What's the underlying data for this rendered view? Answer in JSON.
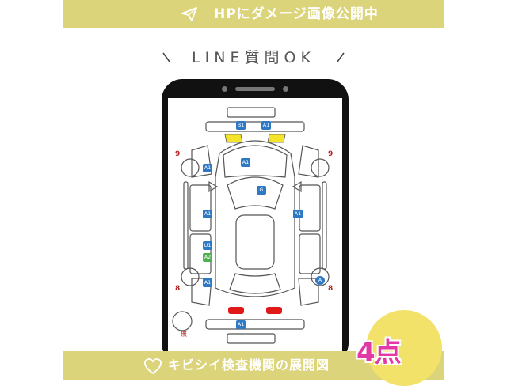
{
  "top_banner": {
    "text": "HPにダメージ画像公開中",
    "icon": "paper-plane-icon"
  },
  "headline": "LINE質問OK",
  "diagram": {
    "tags": {
      "front_left": "B1",
      "front_right": "A1",
      "hood": "A1",
      "windshield": "G",
      "left_front_fender": "A1",
      "left_front_door": "A1",
      "left_rear_door_top": "U1",
      "left_rear_door_bottom": "A2",
      "left_rear_fender": "A1",
      "right_front_door": "A1",
      "right_rear_wheel": "A",
      "rear_bumper": "A1"
    },
    "severity": {
      "front_left": "9",
      "front_right": "9",
      "rear_left": "8",
      "rear_right": "8"
    },
    "none_label": "無",
    "colors": {
      "front_lights": "#f5e52a",
      "rear_lights": "#e01818",
      "tag_blue": "#2f78c4",
      "tag_green": "#4caf50"
    }
  },
  "bottom_banner": {
    "text": "キビシイ検査機関の展開図",
    "icon": "heart-icon",
    "arrow_icon": "double-chevron-right-icon"
  },
  "badge": {
    "count": "4点",
    "color": "#e23aa5",
    "bg": "#f2e26a"
  }
}
